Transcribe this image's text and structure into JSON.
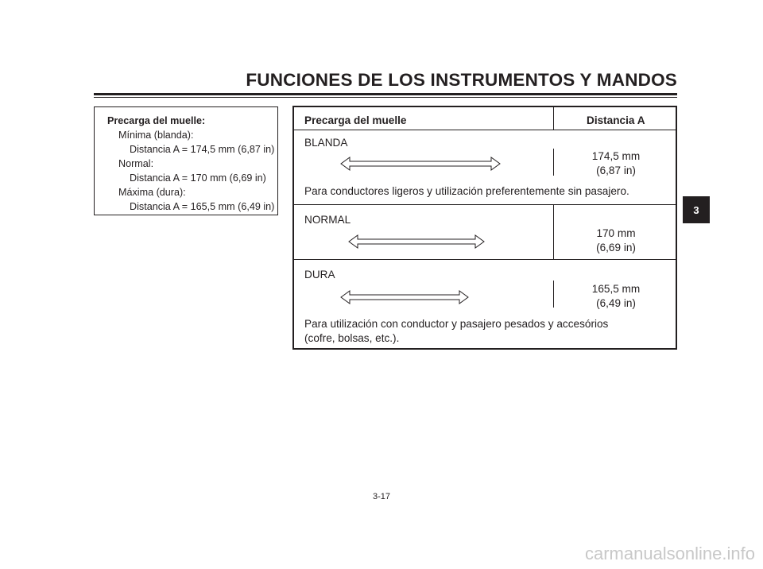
{
  "header": {
    "title": "FUNCIONES DE LOS INSTRUMENTOS Y MANDOS"
  },
  "spec_box": {
    "heading": "Precarga del muelle:",
    "min_label": "Mínima (blanda):",
    "min_value": "Distancia A = 174,5 mm (6,87 in)",
    "normal_label": "Normal:",
    "normal_value": "Distancia A = 170 mm (6,69 in)",
    "max_label": "Máxima (dura):",
    "max_value": "Distancia A = 165,5 mm (6,49 in)"
  },
  "table": {
    "col_preload": "Precarga del muelle",
    "col_distance": "Distancia A",
    "rows": [
      {
        "label": "BLANDA",
        "mm": "174,5 mm",
        "in": "(6,87 in)",
        "note": "Para conductores ligeros y utilización preferentemente sin pasajero."
      },
      {
        "label": "NORMAL",
        "mm": "170 mm",
        "in": "(6,69 in)"
      },
      {
        "label": "DURA",
        "mm": "165,5 mm",
        "in": "(6,49 in)",
        "note_line1": "Para utilización con conductor y pasajero pesados y accesórios",
        "note_line2": "(cofre, bolsas, etc.)."
      }
    ]
  },
  "chapter_tab": "3",
  "page_number": "3-17",
  "watermark": "carmanualsonline.info"
}
